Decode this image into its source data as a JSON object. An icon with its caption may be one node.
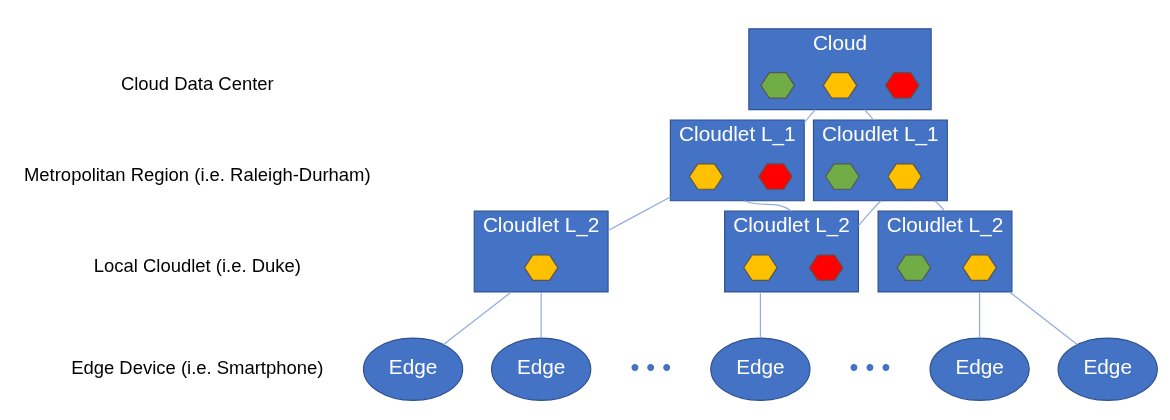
{
  "diagram": {
    "nodes": [
      {
        "text": [
          "Cloud"
        ]
      },
      {
        "text": [],
        "shape": "hexagon",
        "in": 0
      },
      {
        "text": [],
        "shape": "hexagon",
        "in": 0
      },
      {
        "text": [],
        "shape": "hexagon",
        "in": 0
      },
      {
        "text": [
          "Cloudlet L_1"
        ]
      },
      {
        "text": [],
        "shape": "hexagon",
        "in": 4
      },
      {
        "text": [],
        "shape": "hexagon",
        "in": 4
      },
      {
        "text": [
          "Cloudlet L_1"
        ]
      },
      {
        "text": [],
        "shape": "hexagon",
        "in": 7
      },
      {
        "text": [],
        "shape": "hexagon",
        "in": 7
      },
      {
        "text": [
          "Cloudlet L_2"
        ]
      },
      {
        "text": [],
        "shape": "hexagon",
        "in": 10
      },
      {
        "text": [
          "Cloudlet L_2"
        ]
      },
      {
        "text": [],
        "shape": "hexagon",
        "in": 12
      },
      {
        "text": [],
        "shape": "hexagon",
        "in": 12
      },
      {
        "text": [
          "Cloudlet L_2"
        ]
      },
      {
        "text": [],
        "shape": "hexagon",
        "in": 15
      },
      {
        "text": [],
        "shape": "hexagon",
        "in": 15
      },
      {
        "text": [
          "Edge"
        ]
      },
      {
        "text": [
          "Edge"
        ]
      },
      {
        "text": [
          "Edge"
        ]
      },
      {
        "text": [
          "Edge"
        ]
      },
      {
        "text": [
          "Edge"
        ]
      }
    ],
    "edges": [
      {
        "from": 0,
        "to": 4,
        "arrow": "none"
      },
      {
        "from": 0,
        "to": 7,
        "arrow": "none"
      },
      {
        "from": 4,
        "to": 10,
        "arrow": "none"
      },
      {
        "from": 4,
        "to": 12,
        "arrow": "none"
      },
      {
        "from": 7,
        "to": 12,
        "arrow": "none"
      },
      {
        "from": 7,
        "to": 15,
        "arrow": "none"
      },
      {
        "from": 10,
        "to": 18,
        "arrow": "none"
      },
      {
        "from": 10,
        "to": 19,
        "arrow": "none"
      },
      {
        "from": 12,
        "to": 20,
        "arrow": "none"
      },
      {
        "from": 15,
        "to": 21,
        "arrow": "none"
      },
      {
        "from": 15,
        "to": 22,
        "arrow": "none"
      }
    ],
    "labels": [
      "Cloud Data Center",
      "Metropolitan Region (i.e. Raleigh-Durham)",
      "Local Cloudlet (i.e. Duke)",
      "Edge Device (i.e. Smartphone)",
      "• • •",
      "• • •"
    ]
  }
}
